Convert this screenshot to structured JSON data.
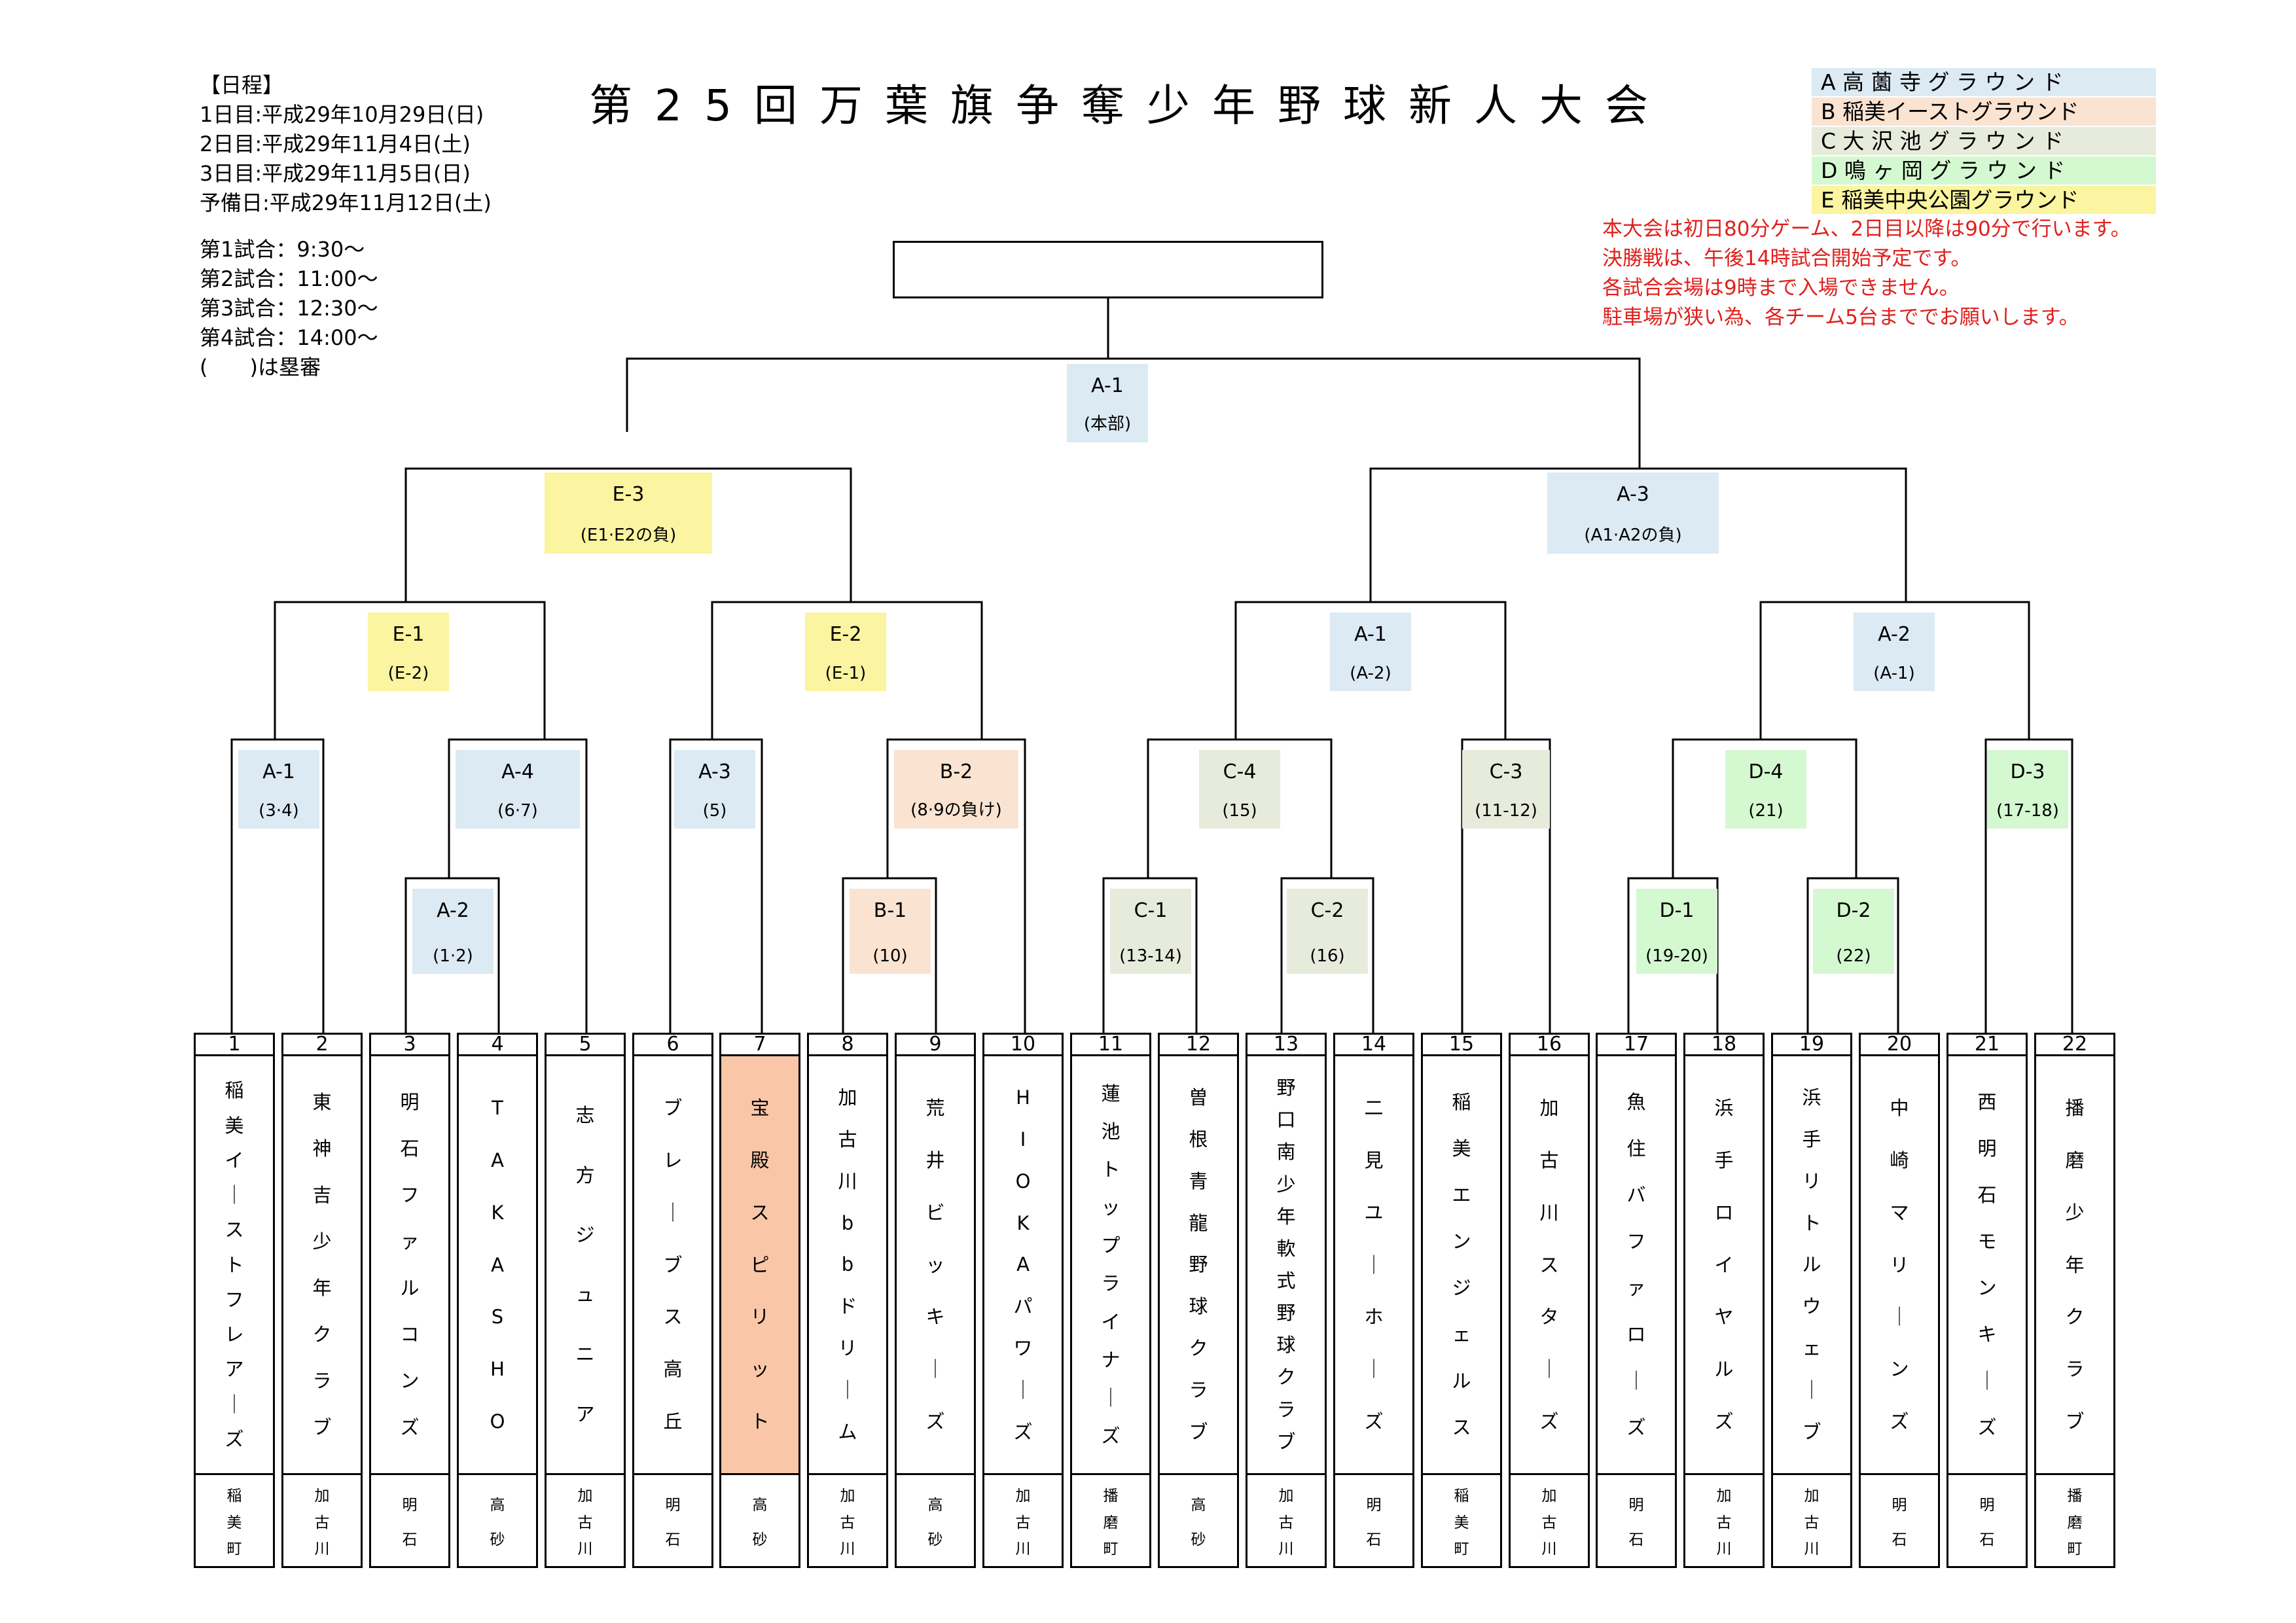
{
  "title": "第25回万葉旗争奪少年野球新人大会",
  "schedule": {
    "header": "【日程】",
    "days": [
      "1日目:平成29年10月29日(日)",
      "2日目:平成29年11月4日(土)",
      "3日目:平成29年11月5日(日)",
      "予備日:平成29年11月12日(土)"
    ],
    "times": [
      "第1試合：9:30～",
      "第2試合：11:00～",
      "第3試合：12:30～",
      "第4試合：14:00～"
    ],
    "umpire_note": "(　　)は塁審"
  },
  "legend": [
    {
      "text": "A 高 薗 寺 グ ラ ウ ン ド",
      "color": "#dbeaf3"
    },
    {
      "text": "B 稲美イーストグラウンド",
      "color": "#fbe3d1"
    },
    {
      "text": "C 大 沢 池 グ ラ ウ ン ド",
      "color": "#e7ebdb"
    },
    {
      "text": "D 鳴 ヶ 岡 グ ラ ウ ン ド",
      "color": "#d4f8d0"
    },
    {
      "text": "E 稲美中央公園グラウンド",
      "color": "#fbf4a0"
    }
  ],
  "notes": [
    "本大会は初日80分ゲーム、2日目以降は90分で行います。",
    "決勝戦は、午後14時試合開始予定です。",
    "各試合会場は9時まで入場できません。",
    "駐車場が狭い為、各チーム5台まででお願いします。"
  ],
  "note_color": "#e0201c",
  "champion": "",
  "matches": [
    {
      "id": "final",
      "code": "A-1",
      "sub": "(本部)",
      "ground": "A"
    },
    {
      "id": "sf-left",
      "code": "E-3",
      "sub": "(E1·E2の負)",
      "ground": "E"
    },
    {
      "id": "sf-right",
      "code": "A-3",
      "sub": "(A1·A2の負)",
      "ground": "A"
    },
    {
      "id": "qf-1",
      "code": "E-1",
      "sub": "(E-2)",
      "ground": "E"
    },
    {
      "id": "qf-2",
      "code": "E-2",
      "sub": "(E-1)",
      "ground": "E"
    },
    {
      "id": "qf-3",
      "code": "A-1",
      "sub": "(A-2)",
      "ground": "A"
    },
    {
      "id": "qf-4",
      "code": "A-2",
      "sub": "(A-1)",
      "ground": "A"
    },
    {
      "id": "r16-1",
      "code": "A-1",
      "sub": "(3·4)",
      "ground": "A"
    },
    {
      "id": "r16-2",
      "code": "A-4",
      "sub": "(6·7)",
      "ground": "A"
    },
    {
      "id": "r16-3",
      "code": "A-3",
      "sub": "(5)",
      "ground": "A"
    },
    {
      "id": "r16-4",
      "code": "B-2",
      "sub": "(8·9の負け)",
      "ground": "B"
    },
    {
      "id": "r16-5",
      "code": "C-4",
      "sub": "(15)",
      "ground": "C"
    },
    {
      "id": "r16-6",
      "code": "C-3",
      "sub": "(11-12)",
      "ground": "C"
    },
    {
      "id": "r16-7",
      "code": "D-4",
      "sub": "(21)",
      "ground": "D"
    },
    {
      "id": "r16-8",
      "code": "D-3",
      "sub": "(17-18)",
      "ground": "D"
    },
    {
      "id": "r1-1",
      "code": "A-2",
      "sub": "(1·2)",
      "ground": "A"
    },
    {
      "id": "r1-2",
      "code": "B-1",
      "sub": "(10)",
      "ground": "B"
    },
    {
      "id": "r1-3",
      "code": "C-1",
      "sub": "(13-14)",
      "ground": "C"
    },
    {
      "id": "r1-4",
      "code": "C-2",
      "sub": "(16)",
      "ground": "C"
    },
    {
      "id": "r1-5",
      "code": "D-1",
      "sub": "(19-20)",
      "ground": "D"
    },
    {
      "id": "r1-6",
      "code": "D-2",
      "sub": "(22)",
      "ground": "D"
    }
  ],
  "teams": [
    {
      "num": "1",
      "name": "稲美イーストフレアーズ",
      "city": "稲美町"
    },
    {
      "num": "2",
      "name": "東神吉少年クラブ",
      "city": "加古川"
    },
    {
      "num": "3",
      "name": "明石ファルコンズ",
      "city": "明石"
    },
    {
      "num": "4",
      "name": "TAKASHO",
      "city": "高砂"
    },
    {
      "num": "5",
      "name": "志方ジュニア",
      "city": "加古川"
    },
    {
      "num": "6",
      "name": "ブレーブス高丘",
      "city": "明石"
    },
    {
      "num": "7",
      "name": "宝殿スピリット",
      "city": "高砂",
      "highlight": true
    },
    {
      "num": "8",
      "name": "加古川bbドリーム",
      "city": "加古川"
    },
    {
      "num": "9",
      "name": "荒井ビッキーズ",
      "city": "高砂"
    },
    {
      "num": "10",
      "name": "HIOKAパワーズ",
      "city": "加古川"
    },
    {
      "num": "11",
      "name": "蓮池トップライナーズ",
      "city": "播磨町"
    },
    {
      "num": "12",
      "name": "曽根青龍野球クラブ",
      "city": "高砂"
    },
    {
      "num": "13",
      "name": "野口南少年軟式野球クラブ",
      "city": "加古川"
    },
    {
      "num": "14",
      "name": "二見ユーホーズ",
      "city": "明石"
    },
    {
      "num": "15",
      "name": "稲美エンジェルス",
      "city": "稲美町"
    },
    {
      "num": "16",
      "name": "加古川スターズ",
      "city": "加古川"
    },
    {
      "num": "17",
      "name": "魚住バファローズ",
      "city": "明石"
    },
    {
      "num": "18",
      "name": "浜手ロイヤルズ",
      "city": "加古川"
    },
    {
      "num": "19",
      "name": "浜手リトルウェーブ",
      "city": "加古川"
    },
    {
      "num": "20",
      "name": "中崎マリーンズ",
      "city": "明石"
    },
    {
      "num": "21",
      "name": "西明石モンキーズ",
      "city": "明石"
    },
    {
      "num": "22",
      "name": "播磨少年クラブ",
      "city": "播磨町"
    }
  ],
  "highlight_color": "#f9c7a8"
}
